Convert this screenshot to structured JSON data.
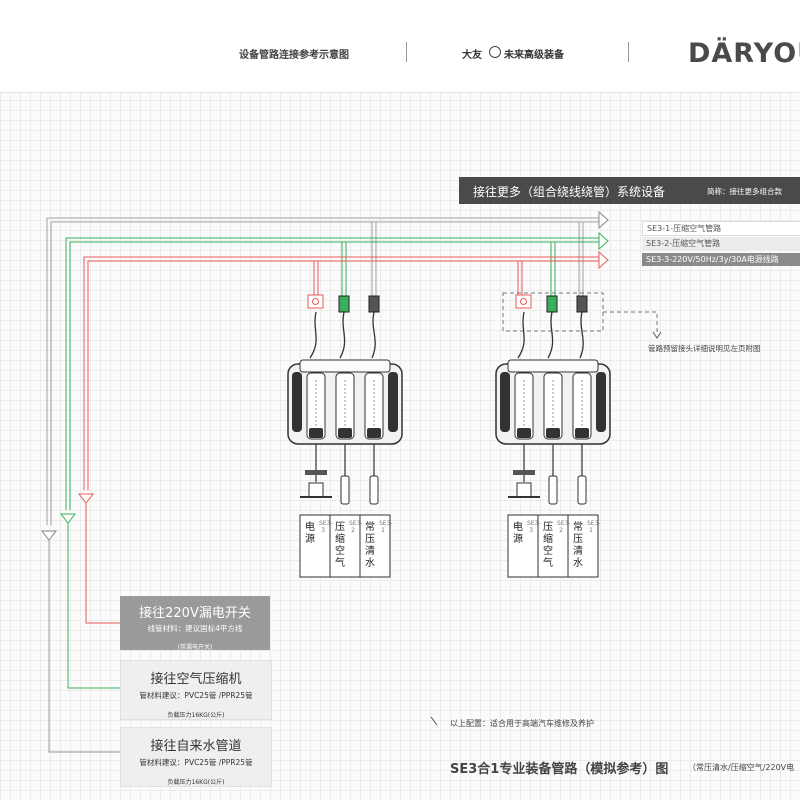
{
  "header": {
    "title": "设备管路连接参考示意图",
    "slogan_left": "大友",
    "slogan_right": "未来高级装备",
    "logo": "DÄRYOU"
  },
  "banner": {
    "title": "接往更多（组合绕线绕管）系统设备",
    "note": "简称：接往更多组合款"
  },
  "legend": [
    {
      "label": "SE3-1-压缩空气管路",
      "color": "#ffffff"
    },
    {
      "label": "SE3-2-压缩空气管路",
      "color": "#ececec"
    },
    {
      "label": "SE3-3-220V/50Hz/3y/30A电源线路",
      "color": "#8a8a8a"
    }
  ],
  "callout": "管路预留接头详细说明见左页附图",
  "units": [
    {
      "labels": [
        {
          "main": "电源",
          "sub": "SE3-3"
        },
        {
          "main": "压缩空气",
          "sub": "SE3-2"
        },
        {
          "main": "常压清水",
          "sub": "SE3-1"
        }
      ]
    },
    {
      "labels": [
        {
          "main": "电源",
          "sub": "SE3-3"
        },
        {
          "main": "压缩空气",
          "sub": "SE3-2"
        },
        {
          "main": "常压清水",
          "sub": "SE3-1"
        }
      ]
    }
  ],
  "boxes": {
    "power": {
      "title": "接往220V漏电开关",
      "line1": "线管材料：建议国标4平方线",
      "line2": "(带漏电开关)"
    },
    "air": {
      "title": "接往空气压缩机",
      "line1": "管材料建议：PVC25管 /PPR25管",
      "line2": "负载压力16KG(公斤)"
    },
    "water": {
      "title": "接往自来水管道",
      "line1": "管材料建议：PVC25管 /PPR25管",
      "line2": "负载压力16KG(公斤)"
    }
  },
  "footnote": "以上配置：适合用于高端汽车维修及养护",
  "footer": {
    "title": "SE3合1专业装备管路（模拟参考）图",
    "subtitle": "（常压清水/压缩空气/220V电"
  },
  "colors": {
    "air": "#39b05a",
    "power": "#e85b5b",
    "water": "#a8a8a8",
    "dark": "#4a4a4a"
  }
}
